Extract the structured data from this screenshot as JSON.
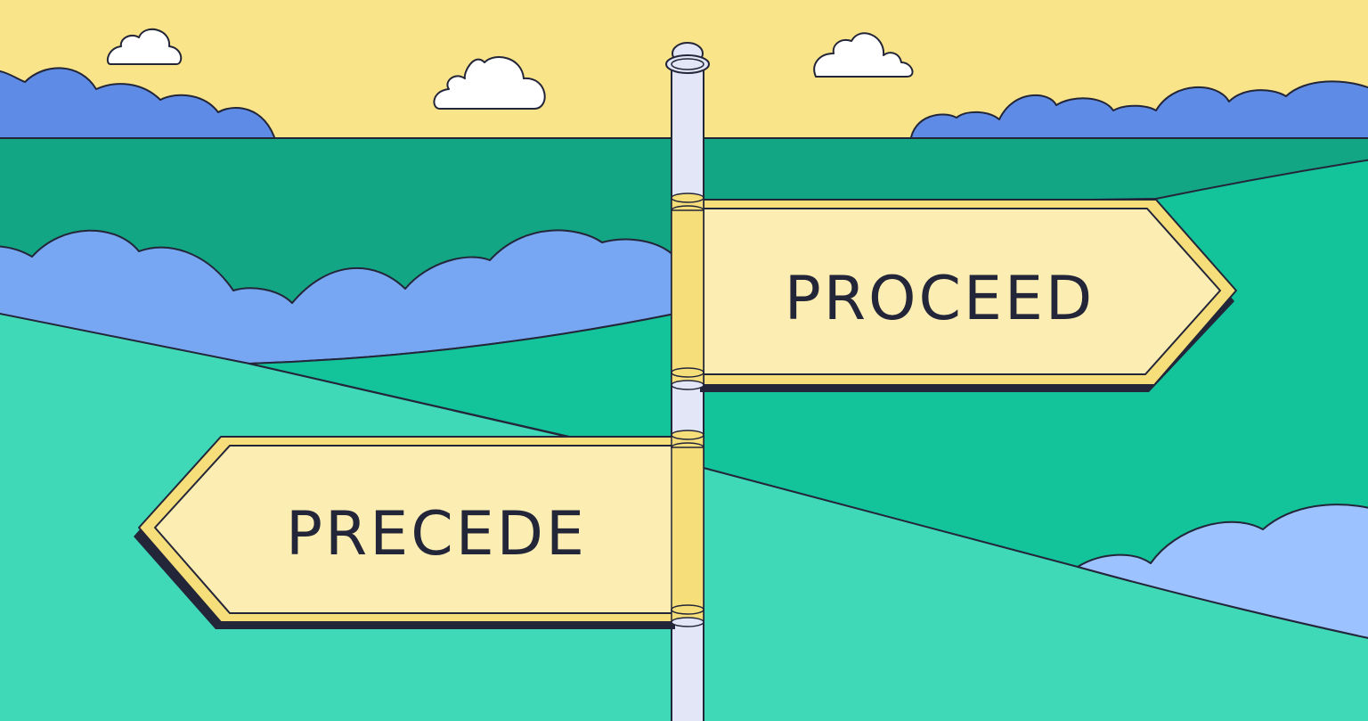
{
  "scene": {
    "colors": {
      "sky": "#F9E48A",
      "mid_field": "#13A685",
      "bright_field": "#13C39A",
      "light_field": "#40D9B8",
      "far_bushes": "#5D8BE6",
      "mid_bushes": "#77A7F2",
      "near_bushes": "#9CC2FF",
      "sign_face": "#FCEDB2",
      "sign_frame": "#F6DE7A",
      "pole": "#E3E6F6",
      "outline": "#232538"
    },
    "signs": {
      "right": {
        "text": "PROCEED",
        "direction": "right"
      },
      "left": {
        "text": "PRECEDE",
        "direction": "left"
      }
    }
  }
}
